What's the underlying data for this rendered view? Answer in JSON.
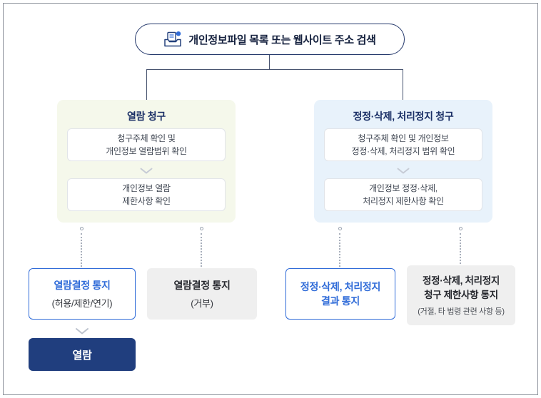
{
  "top": {
    "label": "개인정보파일 목록 또는 웹사이트 주소 검색"
  },
  "left_panel": {
    "title": "열람 청구",
    "steps": [
      {
        "lines": [
          "청구주체 확인 및",
          "개인정보 열람범위 확인"
        ]
      },
      {
        "lines": [
          "개인정보 열람",
          "제한사항 확인"
        ]
      }
    ]
  },
  "right_panel": {
    "title": "정정·삭제, 처리정지 청구",
    "steps": [
      {
        "lines": [
          "청구주체 확인 및 개인정보",
          "정정·삭제, 처리정지 범위 확인"
        ]
      },
      {
        "lines": [
          "개인정보 정정·삭제,",
          "처리정지 제한사항 확인"
        ]
      }
    ]
  },
  "results": [
    {
      "title_lines": [
        "열람결정 통지"
      ],
      "sub": "(허용/제한/연기)"
    },
    {
      "title_lines": [
        "열람결정 통지"
      ],
      "sub": "(거부)"
    },
    {
      "title_lines": [
        "정정·삭제, 처리정지",
        "결과 통지"
      ],
      "sub": ""
    },
    {
      "title_lines": [
        "정정·삭제, 처리정지",
        "청구 제한사항 통지"
      ],
      "sub": "(거절, 타 법령 관련 사항 등)"
    }
  ],
  "final_box": {
    "label": "열람"
  },
  "colors": {
    "navy": "#203e7e",
    "blue_text": "#2f6bd8",
    "left_panel_bg": "#f5f8eb",
    "right_panel_bg": "#e8f2fb",
    "gray_box_bg": "#efefef"
  }
}
